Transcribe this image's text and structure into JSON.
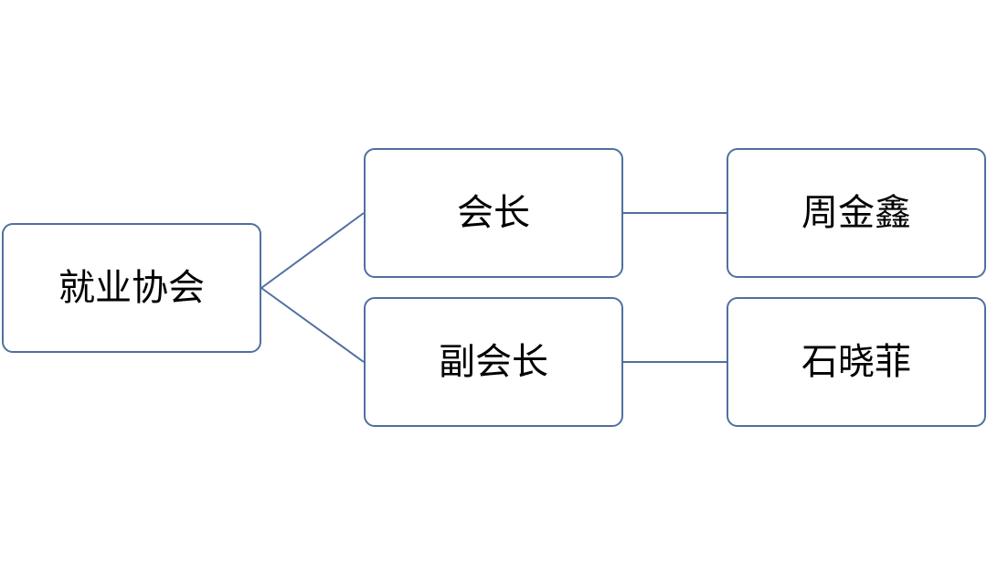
{
  "diagram": {
    "root": {
      "label": "就业协会"
    },
    "branches": [
      {
        "role": "会长",
        "person": "周金鑫"
      },
      {
        "role": "副会长",
        "person": "石晓菲"
      }
    ]
  },
  "colors": {
    "border": "#4f6fa0",
    "connector": "#4f6fa0",
    "background": "#ffffff",
    "text": "#000000"
  }
}
